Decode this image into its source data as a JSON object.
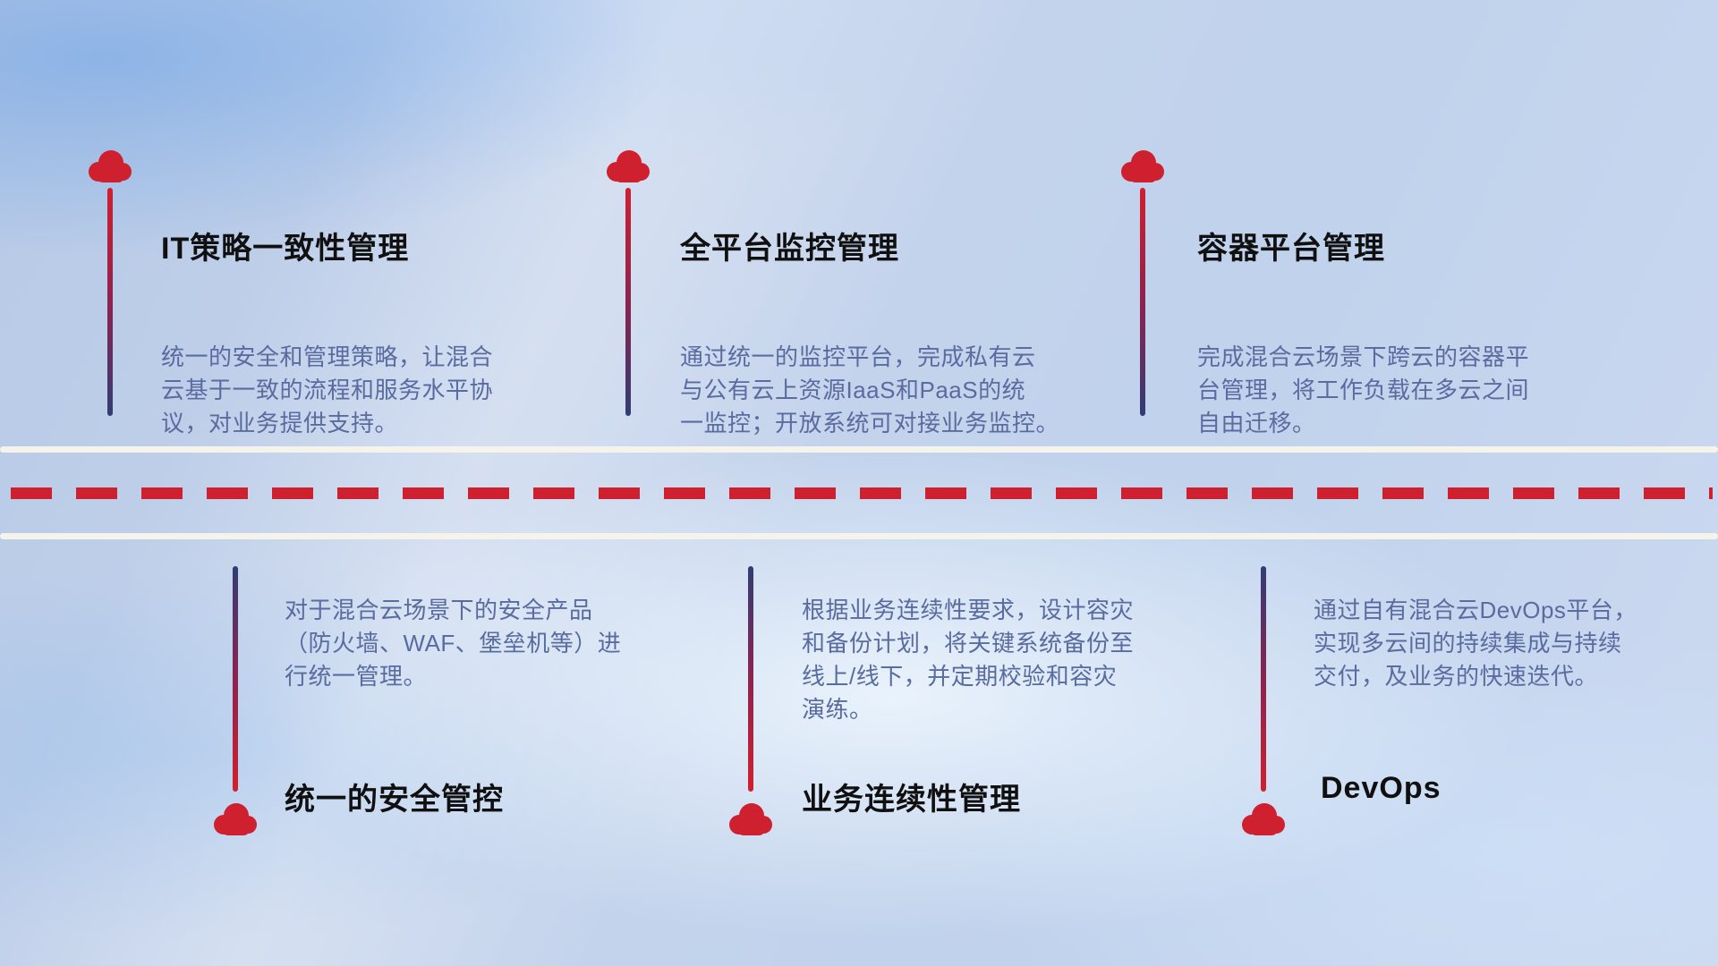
{
  "top_items": [
    {
      "title": "IT策略一致性管理",
      "description": "统一的安全和管理策略，让混合\n云基于一致的流程和服务水平协\n议，对业务提供支持。"
    },
    {
      "title": "全平台监控管理",
      "description": "通过统一的监控平台，完成私有云\n与公有云上资源IaaS和PaaS的统\n一监控；开放系统可对接业务监控。"
    },
    {
      "title": "容器平台管理",
      "description": "完成混合云场景下跨云的容器平\n台管理，将工作负载在多云之间\n自由迁移。"
    }
  ],
  "bottom_items": [
    {
      "title": "统一的安全管控",
      "description": "对于混合云场景下的安全产品\n（防火墙、WAF、堡垒机等）进\n行统一管理。"
    },
    {
      "title": "业务连续性管理",
      "description": "根据业务连续性要求，设计容灾\n和备份计划，将关键系统备份至\n线上/线下，并定期校验和容灾\n演练。"
    },
    {
      "title": "DevOps",
      "description": "通过自有混合云DevOps平台，\n实现多云间的持续集成与持续\n交付，及业务的快速迭代。"
    }
  ],
  "colors": {
    "accent_red": "#ce202e",
    "line_navy": "#303d74",
    "title": "#101010",
    "description": "#5a6ba0",
    "road_white": "#f6f2ec"
  },
  "icons": {
    "cloud": "cloud-icon"
  }
}
